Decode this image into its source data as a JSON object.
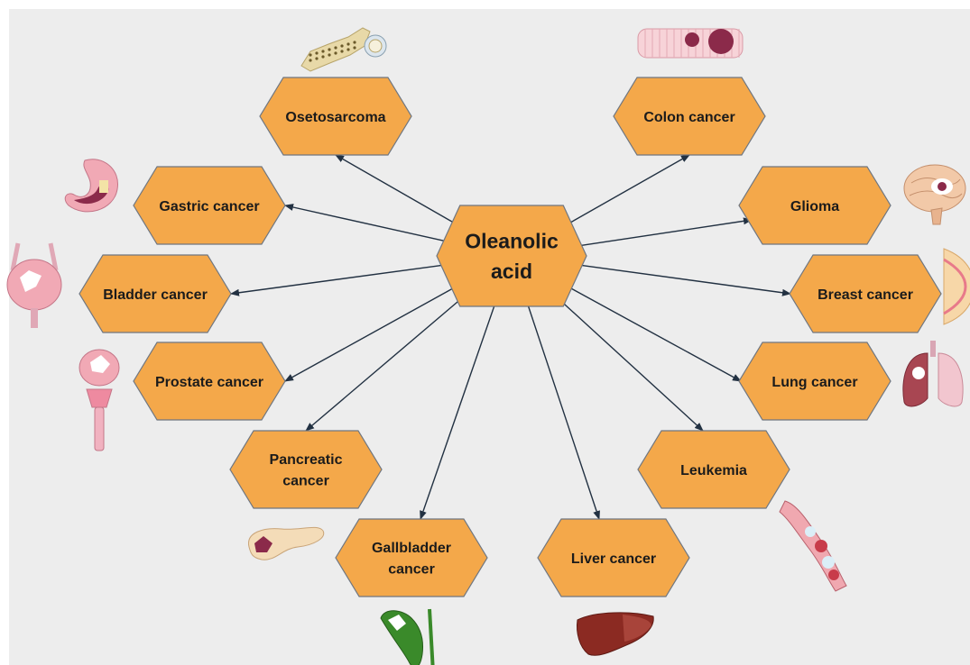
{
  "center": {
    "label_lines": [
      "Oleanolic",
      "acid"
    ]
  },
  "nodes": [
    {
      "id": "osteosarcoma",
      "label_lines": [
        "Osetosarcoma"
      ],
      "icon": "bone-icon"
    },
    {
      "id": "colon",
      "label_lines": [
        "Colon cancer"
      ],
      "icon": "colon-icon"
    },
    {
      "id": "gastric",
      "label_lines": [
        "Gastric cancer"
      ],
      "icon": "stomach-icon"
    },
    {
      "id": "glioma",
      "label_lines": [
        "Glioma"
      ],
      "icon": "brain-icon"
    },
    {
      "id": "bladder",
      "label_lines": [
        "Bladder cancer"
      ],
      "icon": "bladder-icon"
    },
    {
      "id": "breast",
      "label_lines": [
        "Breast cancer"
      ],
      "icon": "breast-icon"
    },
    {
      "id": "prostate",
      "label_lines": [
        "Prostate cancer"
      ],
      "icon": "prostate-icon"
    },
    {
      "id": "lung",
      "label_lines": [
        "Lung cancer"
      ],
      "icon": "lung-icon"
    },
    {
      "id": "pancreatic",
      "label_lines": [
        "Pancreatic",
        "cancer"
      ],
      "icon": "pancreas-icon"
    },
    {
      "id": "leukemia",
      "label_lines": [
        "Leukemia"
      ],
      "icon": "blood-vessel-icon"
    },
    {
      "id": "gallbladder",
      "label_lines": [
        "Gallbladder",
        "cancer"
      ],
      "icon": "gallbladder-icon"
    },
    {
      "id": "liver",
      "label_lines": [
        "Liver cancer"
      ],
      "icon": "liver-icon"
    }
  ],
  "colors": {
    "hex_fill": "#f4a84a",
    "hex_stroke": "#6f7680",
    "arrow": "#223142",
    "tumor": "#8b2a4a",
    "organ_pink": "#f1a9b5"
  }
}
